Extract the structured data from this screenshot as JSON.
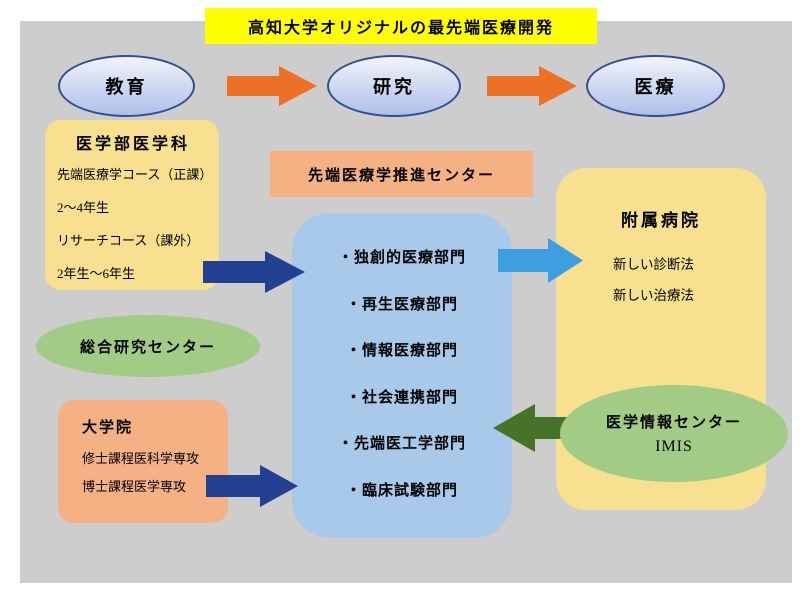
{
  "slide": {
    "title": "高知大学オリジナルの最先端医療開発"
  },
  "flow_nodes": {
    "education": "教育",
    "research": "研究",
    "medical": "医療"
  },
  "med_school": {
    "title": "医学部医学科",
    "lines": [
      "先端医療学コース（正課）",
      "2～4年生",
      "リサーチコース（課外）",
      "2年生～6年生"
    ]
  },
  "promotion_center": {
    "title": "先端医療学推進センター",
    "departments": [
      "・独創的医療部門",
      "・再生医療部門",
      "・情報医療部門",
      "・社会連携部門",
      "・先端医工学部門",
      "・臨床試験部門"
    ]
  },
  "hospital": {
    "title": "附属病院",
    "lines": [
      "新しい診断法",
      "新しい治療法"
    ]
  },
  "research_center": {
    "label": "総合研究センター"
  },
  "grad_school": {
    "title": "大学院",
    "lines": [
      "修士課程医科学専攻",
      "博士課程医学専攻"
    ]
  },
  "medical_info_center": {
    "title": "医学情報センター",
    "subtitle": "IMIS"
  },
  "colors": {
    "slide_background": "#cdcdcd",
    "title_banner": "#ffff00",
    "flow_ellipse_border": "#2f4e97",
    "flow_ellipse_fill": "#aec0e9",
    "orange_arrow": "#ec7125",
    "yellow_box": "#f7e08f",
    "orange_box": "#f4b183",
    "blue_box": "#a9c9ea",
    "dark_blue_arrow": "#234093",
    "light_blue_arrow": "#3d9fe0",
    "green_ellipse": "#a2cc86",
    "green_arrow": "#477329"
  }
}
